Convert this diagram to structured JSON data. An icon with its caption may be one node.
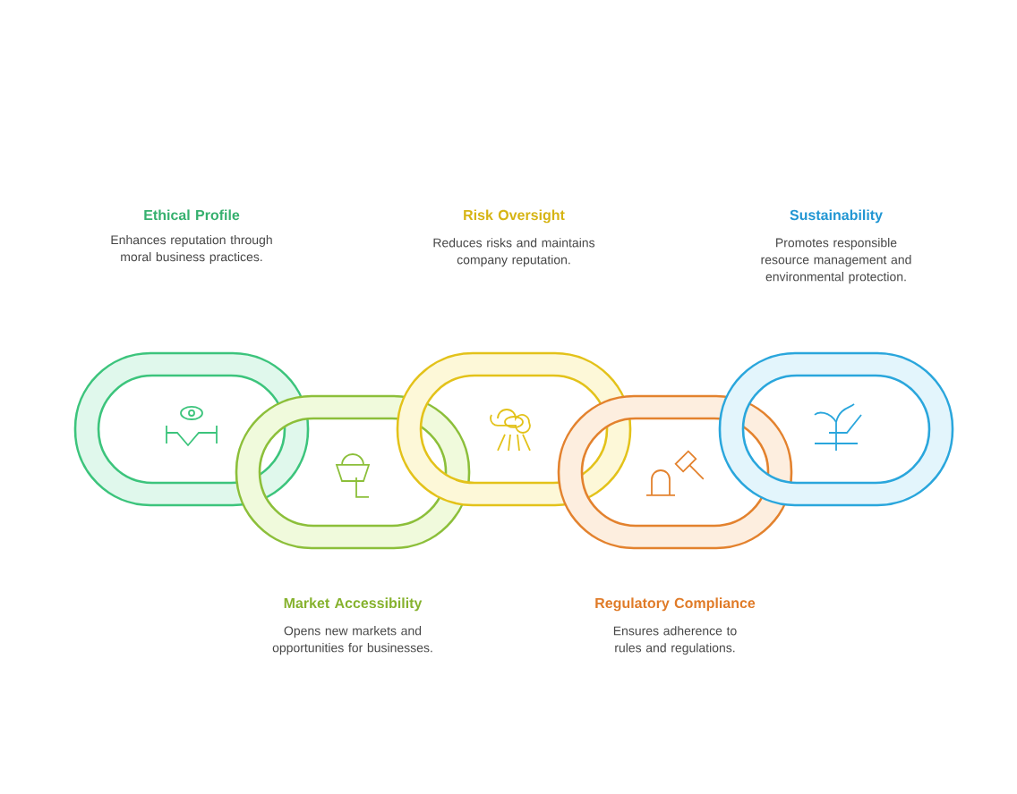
{
  "diagram": {
    "nodes": [
      {
        "text": [
          "Ethical Profile",
          "Enhances reputation through moral business practices."
        ]
      },
      {
        "text": [
          "Market Accessibility",
          "Opens new markets and opportunities for businesses."
        ]
      },
      {
        "text": [
          "Risk Oversight",
          "Reduces risks and maintains company reputation."
        ]
      },
      {
        "text": [
          "Regulatory Compliance",
          "Ensures adherence to rules and regulations."
        ]
      },
      {
        "text": [
          "Sustainability",
          "Promotes responsible resource management and environmental protection."
        ]
      }
    ]
  }
}
